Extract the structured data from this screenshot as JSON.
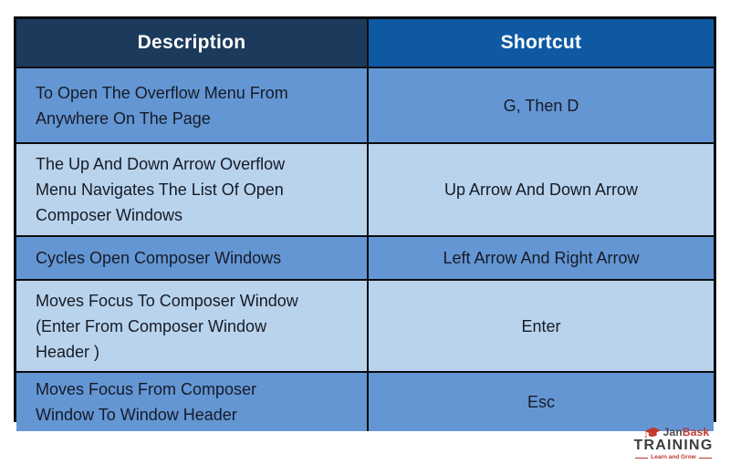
{
  "table": {
    "header": {
      "description_label": "Description",
      "shortcut_label": "Shortcut"
    },
    "rows": [
      {
        "description": "To Open The Overflow Menu From\nAnywhere On The Page",
        "shortcut": "G, Then D"
      },
      {
        "description": "The Up And Down Arrow Overflow\nMenu Navigates The List Of Open\nComposer Windows",
        "shortcut": "Up Arrow And Down Arrow"
      },
      {
        "description": "Cycles Open Composer Windows",
        "shortcut": "Left Arrow And Right Arrow"
      },
      {
        "description": "Moves Focus To Composer Window\n(Enter From Composer Window\nHeader )",
        "shortcut": "Enter"
      },
      {
        "description": "Moves Focus From Composer\nWindow To Window Header",
        "shortcut": "Esc"
      }
    ]
  },
  "colors": {
    "header_description_bg": "#1B3A5C",
    "header_shortcut_bg": "#0F59A3",
    "row_medium_bg": "#6496D4",
    "row_light_bg": "#B9D3EC",
    "border": "#0A0C10",
    "body_text": "#161B26",
    "header_text": "#FFFFFF",
    "logo_red": "#C0372F",
    "logo_dark": "#4A4A4A"
  },
  "logo": {
    "brand_part1": "Jan",
    "brand_part2": "Bask",
    "brand_line2": "TRAINING",
    "tagline": "Learn and Grow",
    "icon": "graduation-cap-icon"
  }
}
